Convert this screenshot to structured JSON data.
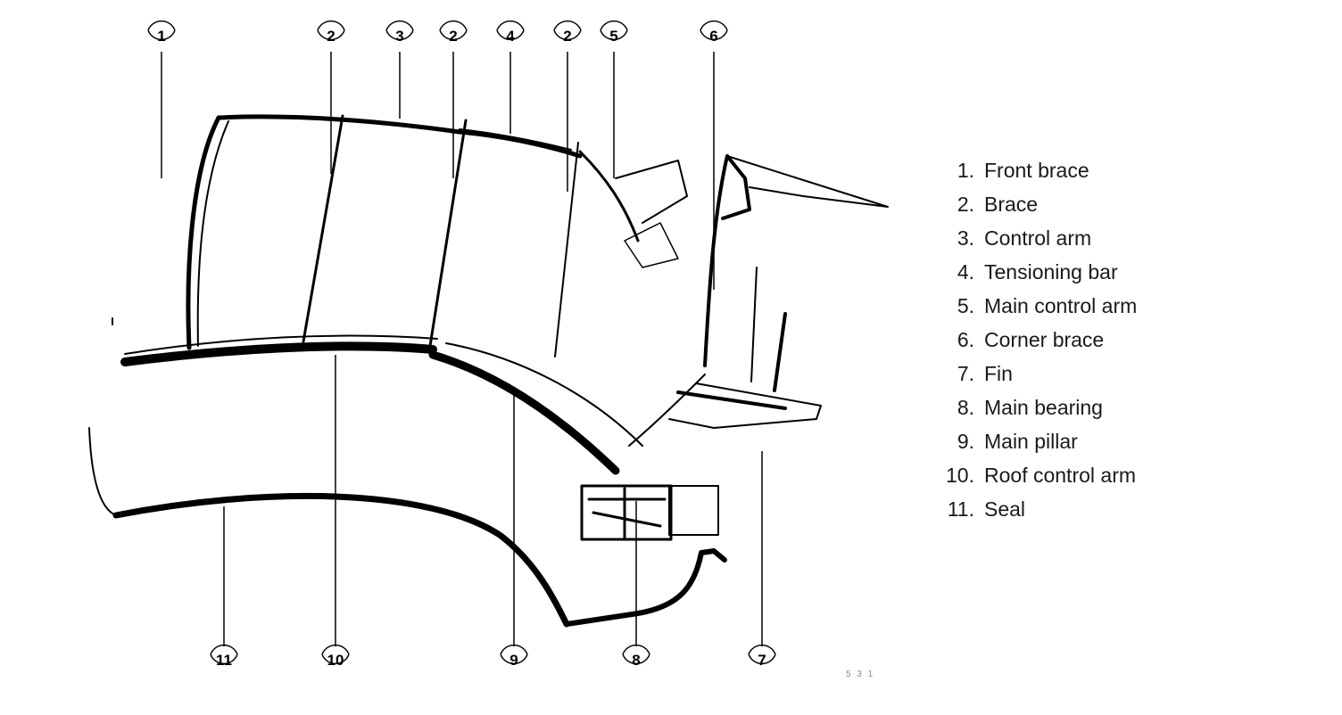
{
  "callouts_top": [
    "1",
    "2",
    "3",
    "2",
    "4",
    "2",
    "5",
    "6"
  ],
  "callouts_bottom": [
    "11",
    "10",
    "9",
    "8",
    "7"
  ],
  "legend": [
    {
      "num": "1.",
      "label": "Front brace"
    },
    {
      "num": "2.",
      "label": "Brace"
    },
    {
      "num": "3.",
      "label": "Control arm"
    },
    {
      "num": "4.",
      "label": "Tensioning bar"
    },
    {
      "num": "5.",
      "label": "Main control arm"
    },
    {
      "num": "6.",
      "label": "Corner brace"
    },
    {
      "num": "7.",
      "label": "Fin"
    },
    {
      "num": "8.",
      "label": "Main bearing"
    },
    {
      "num": "9.",
      "label": "Main pillar"
    },
    {
      "num": "10.",
      "label": "Roof control arm"
    },
    {
      "num": "11.",
      "label": "Seal"
    }
  ],
  "figure_code": "5 3 1"
}
